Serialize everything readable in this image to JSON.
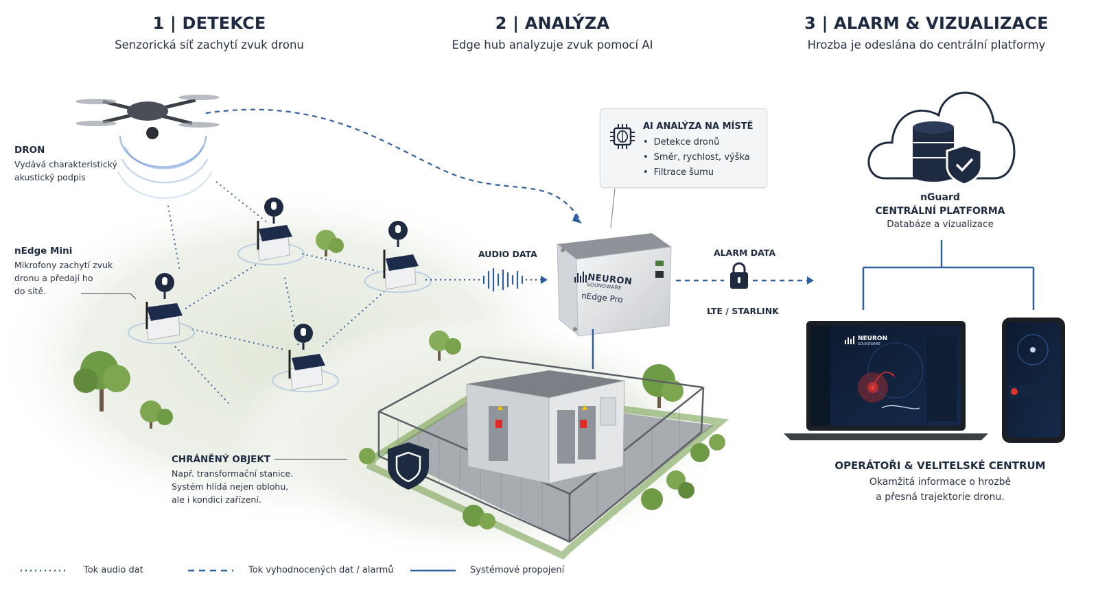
{
  "steps": [
    {
      "title": "1 | DETEKCE",
      "subtitle": "Senzorická síť zachytí zvuk dronu"
    },
    {
      "title": "2 | ANALÝZA",
      "subtitle": "Edge hub analyzuje zvuk pomocí AI"
    },
    {
      "title": "3 | ALARM & VIZUALIZACE",
      "subtitle": "Hrozba je odeslána do centrální platformy"
    }
  ],
  "drone": {
    "title": "DRON",
    "desc_1": "Vydává charakteristický",
    "desc_2": "akustický podpis"
  },
  "mini": {
    "title": "nEdge Mini",
    "desc_1": "Mikrofony zachytí zvuk",
    "desc_2": "dronu a předají ho",
    "desc_3": "do sítě."
  },
  "ai_box": {
    "title": "AI ANALÝZA NA MÍSTĚ",
    "items": [
      "Detekce dronů",
      "Směr, rychlost, výška",
      "Filtrace šumu"
    ]
  },
  "audio_data_label": "AUDIO DATA",
  "alarm_data_label": "ALARM DATA",
  "lte_label": "LTE / STARLINK",
  "hub": {
    "brand": "NEURON",
    "brand_sub": "SOUNDWARE",
    "model": "nEdge Pro"
  },
  "platform": {
    "name": "nGuard",
    "title": "CENTRÁLNÍ PLATFORMA",
    "desc": "Databáze a vizualizace"
  },
  "protected": {
    "title": "CHRÁNĚNÝ OBJEKT",
    "desc_1": "Např. transformační stanice.",
    "desc_2": "Systém hlídá nejen oblohu,",
    "desc_3": "ale i kondici zařízení."
  },
  "operators": {
    "title": "OPERÁTOŘI & VELITELSKÉ CENTRUM",
    "desc_1": "Okamžitá informace o hrozbě",
    "desc_2": "a přesná trajektorie dronu."
  },
  "screen": {
    "brand": "NEURON",
    "brand_sub": "SOUNDWARE"
  },
  "legend": [
    {
      "label": "Tok audio dat"
    },
    {
      "label": "Tok vyhodnocených dat / alarmů"
    },
    {
      "label": "Systémové propojení"
    }
  ],
  "colors": {
    "accent": "#2f5f9e",
    "navy": "#1d2a40",
    "ground": "#e6ebe0",
    "grass": "#6f9a46"
  }
}
